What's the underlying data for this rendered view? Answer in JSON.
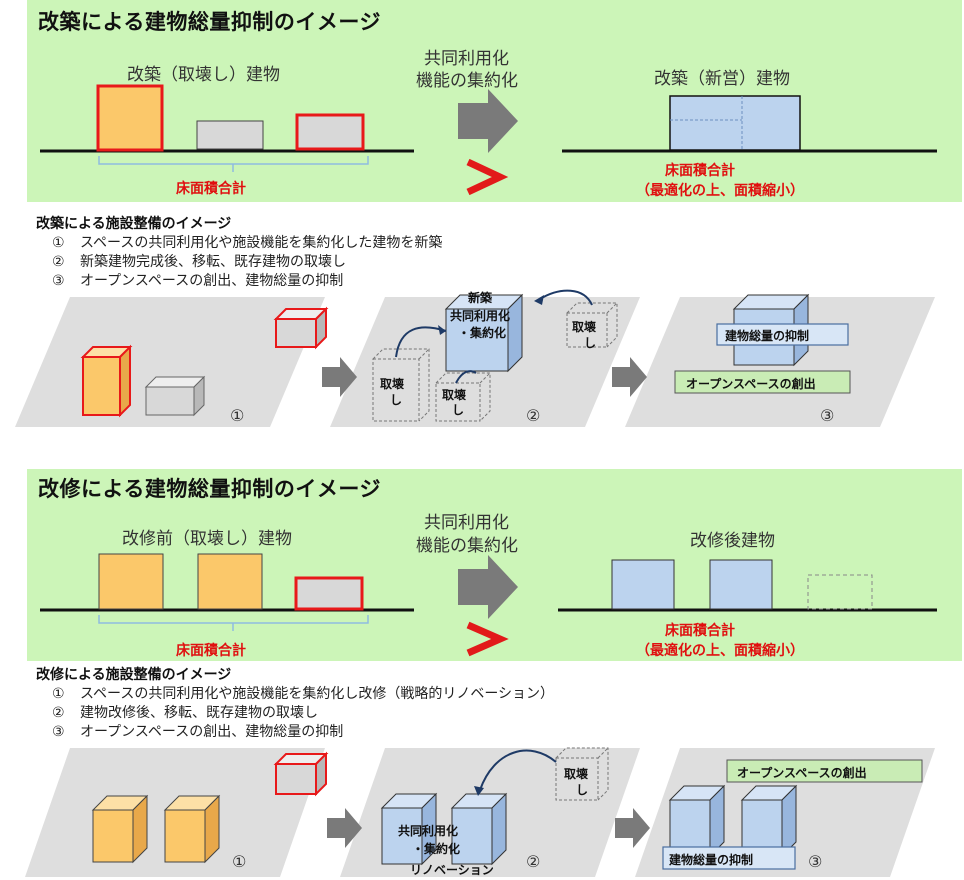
{
  "top": {
    "title": "改築による建物総量抑制のイメージ",
    "before_label": "改築（取壊し）建物",
    "middle_line1": "共同利用化",
    "middle_line2": "機能の集約化",
    "after_label": "改築（新営）建物",
    "floor_total": "床面積合計",
    "floor_total_after": "床面積合計",
    "floor_total_after_note": "（最適化の上、面積縮小）",
    "compare_symbol": ">"
  },
  "top_steps": {
    "title": "改築による施設整備のイメージ",
    "items": [
      {
        "num": "①",
        "text": "スペースの共同利用化や施設機能を集約化した建物を新築"
      },
      {
        "num": "②",
        "text": "新築建物完成後、移転、既存建物の取壊し"
      },
      {
        "num": "③",
        "text": "オープンスペースの創出、建物総量の抑制"
      }
    ],
    "new_build": "新築",
    "shared": "共同利用化",
    "consolidate": "・集約化",
    "demolish_1": "取壊",
    "demolish_2": "し",
    "reduction": "建物総量の抑制",
    "open_space": "オープンスペースの創出",
    "step1": "①",
    "step2": "②",
    "step3": "③"
  },
  "bottom": {
    "title": "改修による建物総量抑制のイメージ",
    "before_label": "改修前（取壊し）建物",
    "middle_line1": "共同利用化",
    "middle_line2": "機能の集約化",
    "after_label": "改修後建物",
    "floor_total": "床面積合計",
    "floor_total_after": "床面積合計",
    "floor_total_after_note": "（最適化の上、面積縮小）",
    "compare_symbol": ">"
  },
  "bottom_steps": {
    "title": "改修による施設整備のイメージ",
    "items": [
      {
        "num": "①",
        "text": "スペースの共同利用化や施設機能を集約化し改修（戦略的リノベーション）"
      },
      {
        "num": "②",
        "text": "建物改修後、移転、既存建物の取壊し"
      },
      {
        "num": "③",
        "text": "オープンスペースの創出、建物総量の抑制"
      }
    ],
    "shared": "共同利用化",
    "consolidate": "・集約化",
    "renovation": "リノベーション",
    "demolish_1": "取壊",
    "demolish_2": "し",
    "reduction": "建物総量の抑制",
    "open_space": "オープンスペースの創出",
    "step1": "①",
    "step2": "②",
    "step3": "③"
  },
  "colors": {
    "panel_green": "#ccf5b8",
    "orange_building": "#fbc86a",
    "gray_building": "#d8d8d8",
    "blue_building": "#bcd3ee",
    "red_outline": "#e8191a",
    "compare_red": "#e21a1a",
    "arrow_gray": "#7a7a7a",
    "brace_blue": "#8fbbe0"
  },
  "icons": {
    "process_arrow": "gray-right-arrow-icon",
    "curved_arrow": "curved-arrow-icon"
  }
}
